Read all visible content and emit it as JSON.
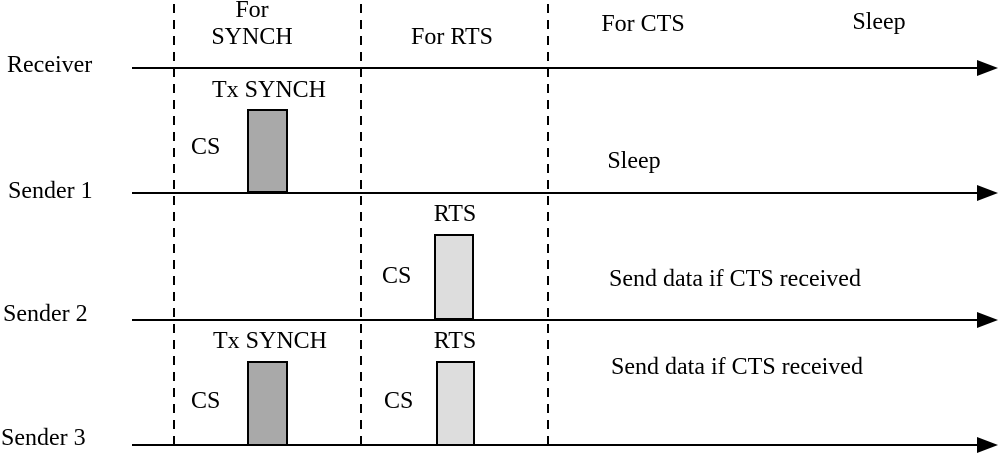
{
  "colors": {
    "background": "#ffffff",
    "line": "#000000",
    "bar_dark": "#a9a9a9",
    "bar_light": "#dddddd"
  },
  "phases": [
    {
      "label": "For\nSYNCH"
    },
    {
      "label": "For RTS"
    },
    {
      "label": "For CTS"
    },
    {
      "label": "Sleep"
    }
  ],
  "rows": [
    {
      "label": "Receiver"
    },
    {
      "label": "Sender 1",
      "annotation": "Sleep"
    },
    {
      "label": "Sender 2",
      "annotation": "Send data if CTS received"
    },
    {
      "label": "Sender 3",
      "annotation": "Send data if CTS received"
    }
  ],
  "labels": {
    "cs": "CS",
    "tx_synch": "Tx SYNCH",
    "rts": "RTS"
  }
}
